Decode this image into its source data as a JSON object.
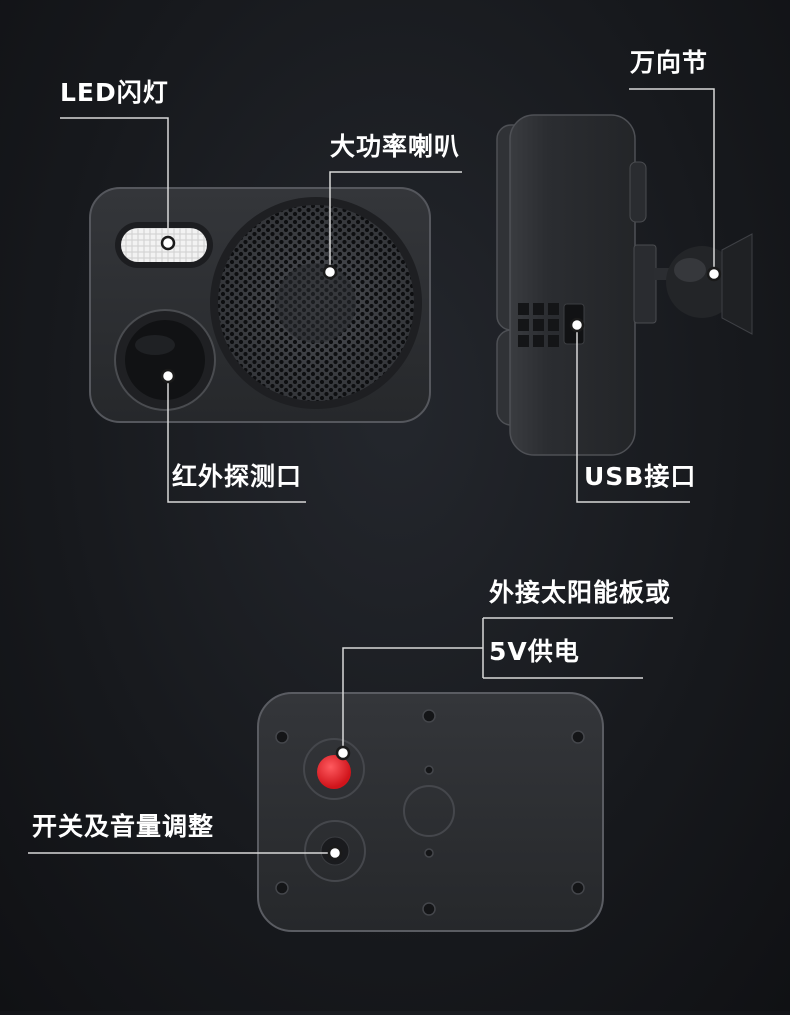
{
  "labels": {
    "led": "LED闪灯",
    "speaker": "大功率喇叭",
    "infrared": "红外探测口",
    "gimbal": "万向节",
    "usb": "USB接口",
    "solar_line1": "外接太阳能板或",
    "solar_line2": "5V供电",
    "switch": "开关及音量调整"
  },
  "colors": {
    "background": "#17191d",
    "device_body": "#2c2e32",
    "device_edge": "#4a4c52",
    "callout_line": "#d8d8d8",
    "power_button": "#e8232b"
  },
  "icons": {
    "callout_dot": "callout-dot-icon",
    "speaker_grille": "speaker-grille-icon",
    "led_flash": "led-flash-icon",
    "infrared_lens": "infrared-lens-icon",
    "power_button": "power-button-icon",
    "volume_knob": "volume-knob-icon"
  }
}
